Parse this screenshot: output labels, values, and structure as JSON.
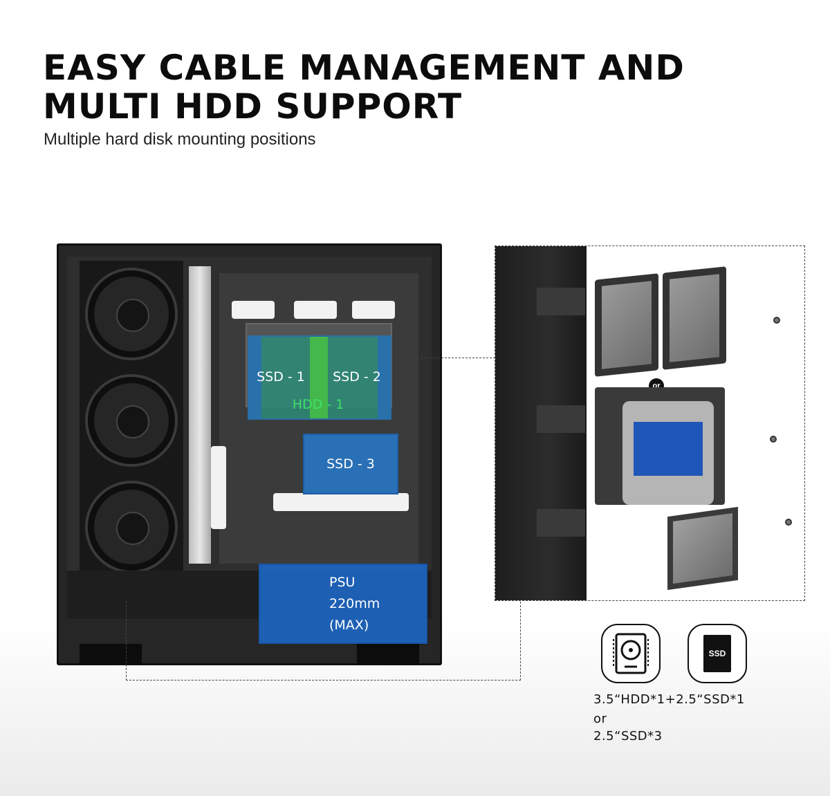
{
  "header": {
    "title_line1": "EASY CABLE MANAGEMENT AND",
    "title_line2": "MULTI HDD SUPPORT",
    "subtitle": "Multiple hard disk mounting positions"
  },
  "overlays": {
    "ssd1": "SSD - 1",
    "ssd2": "SSD - 2",
    "hdd1": "HDD - 1",
    "ssd3": "SSD - 3",
    "psu_line1": "PSU",
    "psu_line2": "220mm",
    "psu_line3": "(MAX)"
  },
  "zoom": {
    "or_badge": "or"
  },
  "icons": {
    "hdd_icon": "hdd-icon",
    "ssd_icon": "ssd-icon",
    "ssd_icon_text": "SSD"
  },
  "caption": {
    "line1": "3.5“HDD*1+2.5“SSD*1",
    "line2": "or",
    "line3": "2.5“SSD*3"
  },
  "colors": {
    "hdd_overlay": "#2d8c78",
    "ssd_overlay": "#2878c8",
    "psu_overlay": "#1e69c8",
    "hdd_label_green": "#3fe06a"
  }
}
